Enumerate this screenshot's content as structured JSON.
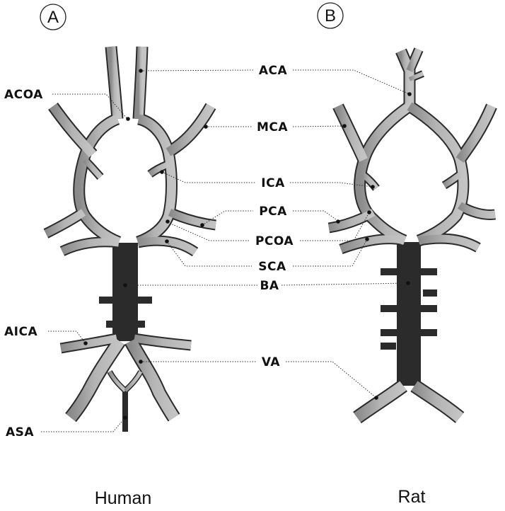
{
  "panel_a": {
    "badge": "A",
    "caption": "Human"
  },
  "panel_b": {
    "badge": "B",
    "caption": "Rat"
  },
  "labels": {
    "aca": "ACA",
    "mca": "MCA",
    "ica": "ICA",
    "pca": "PCA",
    "pcoa": "PCOA",
    "sca": "SCA",
    "ba": "BA",
    "va": "VA",
    "acoa": "ACOA",
    "aica": "AICA",
    "asa": "ASA"
  },
  "colors": {
    "vessel_fill": "#a9a9a9",
    "vessel_outline": "#2b2b2b",
    "vessel_dark": "#7a7a7a"
  }
}
